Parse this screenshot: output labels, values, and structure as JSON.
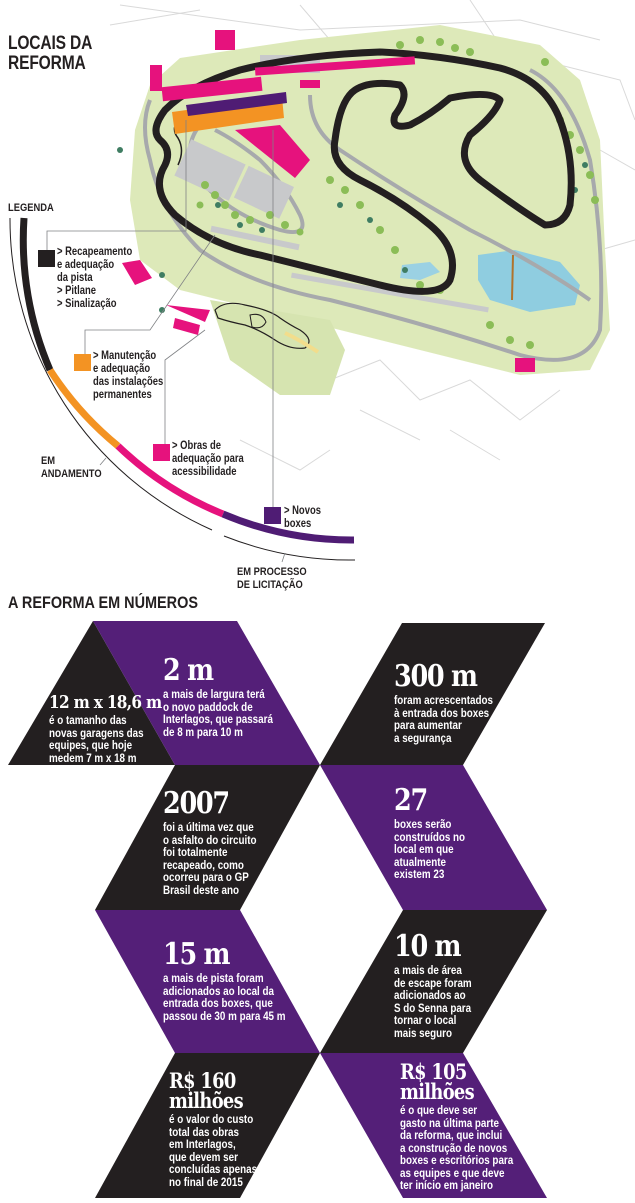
{
  "map": {
    "title_line1": "LOCAIS DA",
    "title_line2": "REFORMA",
    "legend_heading": "LEGENDA",
    "legend_items": [
      {
        "label": "> Recapeamento\ne adequação\nda pista\n> Pitlane\n> Sinalização",
        "color": "#231f20"
      },
      {
        "label": "> Manutenção\ne adequação\ndas instalações\npermanentes",
        "color": "#f39323"
      },
      {
        "label": "> Obras de\nadequação para\nacessibilidade",
        "color": "#e6127d"
      },
      {
        "label": "> Novos\nboxes",
        "color": "#4f1c74"
      }
    ],
    "status_in_progress": "EM\nANDAMENTO",
    "status_bidding": "EM PROCESSO\nDE LICITAÇÃO"
  },
  "numbers": {
    "title": "A REFORMA EM NÚMEROS",
    "colors": {
      "purple": "#541f78",
      "black": "#231f20"
    },
    "stats": [
      {
        "value": "12 m x 18,6 m",
        "description": "é o tamanho das\nnovas garagens das\nequipes, que hoje\nmedem 7 m x 18 m"
      },
      {
        "value": "2 m",
        "description": "a mais de largura terá\no novo paddock de\nInterlagos, que passará\nde 8 m para 10 m"
      },
      {
        "value": "300 m",
        "description": "foram acrescentados\nà entrada dos boxes\npara aumentar\na segurança"
      },
      {
        "value": "2007",
        "description": "foi a última vez que\no asfalto do circuito\nfoi totalmente\nrecapeado, como\nocorreu para o GP\nBrasil deste ano"
      },
      {
        "value": "27",
        "description": "boxes serão\nconstruídos no\nlocal em que\natualmente\nexistem 23"
      },
      {
        "value": "15 m",
        "description": "a mais de pista foram\nadicionados ao local da\nentrada dos boxes, que\npassou de 30 m para 45 m"
      },
      {
        "value": "10 m",
        "description": "a mais de área\nde escape foram\nadicionados ao\nS do Senna para\ntornar o local\nmais seguro"
      },
      {
        "value": "R$ 160\nmilhões",
        "description": "é o valor do custo\ntotal das obras\nem Interlagos,\nque devem ser\nconcluídas apenas\nno final de 2015"
      },
      {
        "value": "R$ 105\nmilhões",
        "description": "é o que deve ser\ngasto na última parte\nda reforma, que inclui\na construção de novos\nboxes e escritórios para\nas equipes e que deve\nter início em janeiro"
      }
    ]
  }
}
